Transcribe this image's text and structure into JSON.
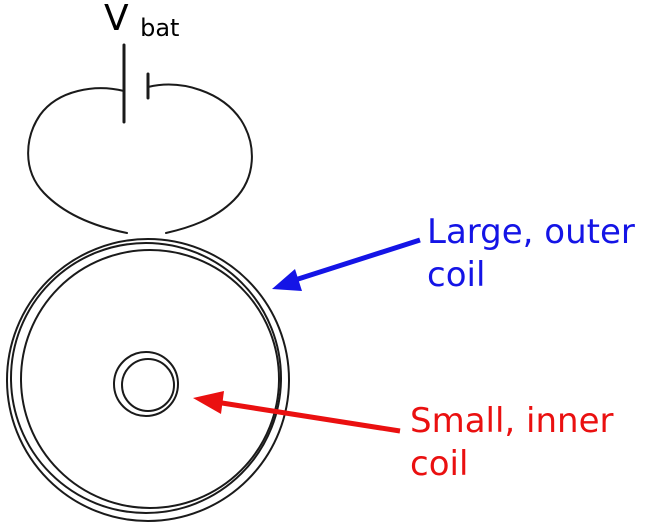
{
  "labels": {
    "battery": {
      "symbol": "V",
      "subscript": "bat"
    },
    "large_coil": {
      "line1": "Large, outer",
      "line2": "coil"
    },
    "small_coil": {
      "line1": "Small, inner",
      "line2": "coil"
    }
  },
  "colors": {
    "line": "#1a1a1a",
    "large_coil_accent": "#1414e6",
    "small_coil_accent": "#ea1010"
  }
}
